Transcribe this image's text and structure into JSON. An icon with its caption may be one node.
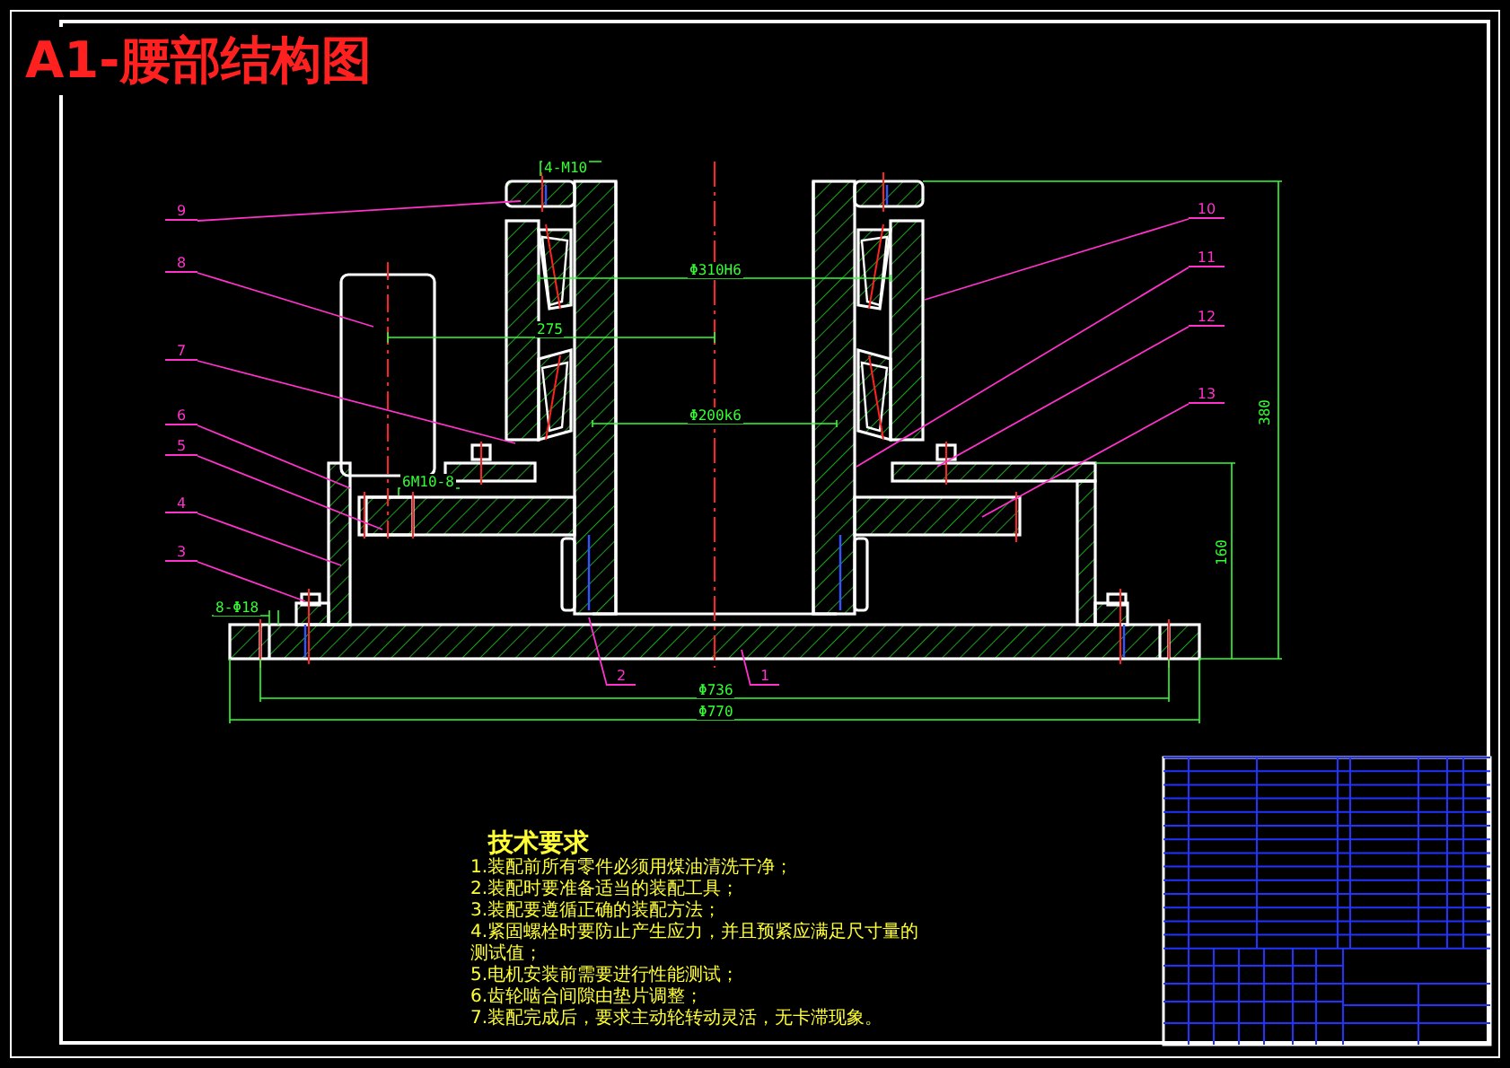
{
  "diagram": {
    "title": "A1-腰部结构图",
    "nodes": [
      {
        "text": [
          "9"
        ]
      },
      {
        "text": [
          "8"
        ]
      },
      {
        "text": [
          "7"
        ]
      },
      {
        "text": [
          "6"
        ]
      },
      {
        "text": [
          "5"
        ]
      },
      {
        "text": [
          "4"
        ]
      },
      {
        "text": [
          "3"
        ]
      },
      {
        "text": [
          "10"
        ]
      },
      {
        "text": [
          "11"
        ]
      },
      {
        "text": [
          "12"
        ]
      },
      {
        "text": [
          "13"
        ]
      },
      {
        "text": [
          "2"
        ]
      },
      {
        "text": [
          "1"
        ]
      }
    ],
    "edges": [
      {
        "from": 0,
        "to": null,
        "arrow": "none"
      },
      {
        "from": 1,
        "to": null,
        "arrow": "none"
      },
      {
        "from": 2,
        "to": null,
        "arrow": "none"
      },
      {
        "from": 3,
        "to": null,
        "arrow": "none"
      },
      {
        "from": 4,
        "to": null,
        "arrow": "none"
      },
      {
        "from": 5,
        "to": null,
        "arrow": "none"
      },
      {
        "from": 6,
        "to": null,
        "arrow": "none"
      },
      {
        "from": 7,
        "to": null,
        "arrow": "none"
      },
      {
        "from": 8,
        "to": null,
        "arrow": "none"
      },
      {
        "from": 9,
        "to": null,
        "arrow": "none"
      },
      {
        "from": 10,
        "to": null,
        "arrow": "none"
      },
      {
        "from": 11,
        "to": null,
        "arrow": "none"
      },
      {
        "from": 12,
        "to": null,
        "arrow": "none"
      }
    ],
    "labels": [
      "4-M10",
      "Φ310H6",
      "275",
      "Φ200k6",
      "380",
      "6M10-8",
      "160",
      "8-Φ18",
      "Φ736",
      "Φ770",
      "技术要求",
      "1.装配前所有零件必须用煤油清洗干净；",
      "2.装配时要准备适当的装配工具；",
      "3.装配要遵循正确的装配方法；",
      "4.紧固螺栓时要防止产生应力，并且预紧应满足尺寸量的测试值；",
      "5.电机安装前需要进行性能测试；",
      "6.齿轮啮合间隙由垫片调整；",
      "7.装配完成后，要求主动轮转动灵活，无卡滞现象。"
    ]
  }
}
